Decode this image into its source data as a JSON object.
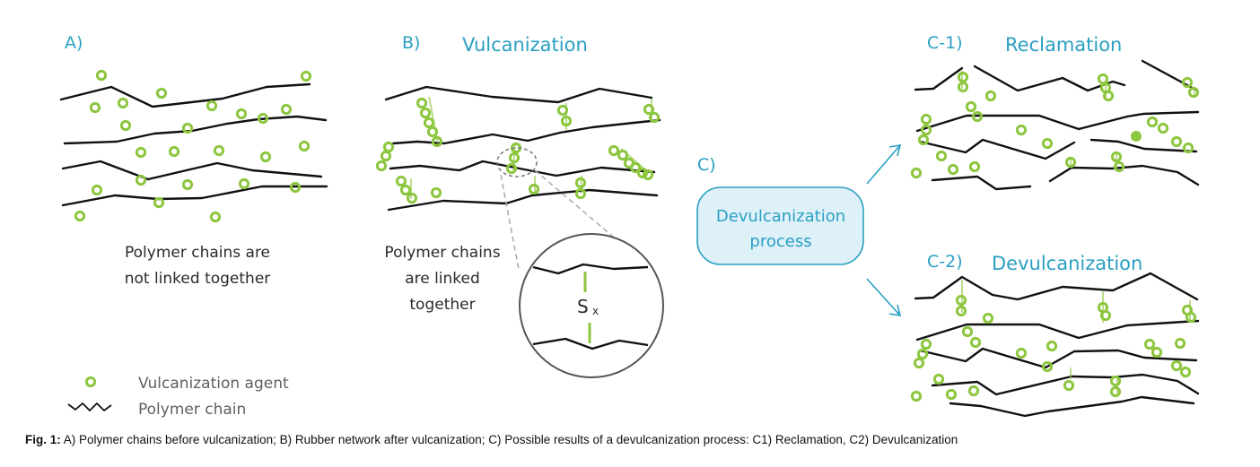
{
  "panels": {
    "a": {
      "letter": "A)",
      "desc_line1": "Polymer chains are",
      "desc_line2": "not linked together"
    },
    "b": {
      "letter": "B)",
      "title": "Vulcanization",
      "desc_line1": "Polymer chains",
      "desc_line2": "are linked",
      "desc_line3": "together",
      "crosslink_label": "S",
      "crosslink_subscript": "x"
    },
    "c": {
      "letter": "C)",
      "process_line1": "Devulcanization",
      "process_line2": "process"
    },
    "c1": {
      "letter": "C-1)",
      "title": "Reclamation"
    },
    "c2": {
      "letter": "C-2)",
      "title": "Devulcanization"
    }
  },
  "legend": {
    "agent_label": "Vulcanization agent",
    "chain_label": "Polymer chain"
  },
  "caption": {
    "prefix": "Fig. 1:",
    "text": "A) Polymer chains before vulcanization; B) Rubber network after vulcanization; C) Possible results of a devulcanization process: C1) Reclamation, C2) Devulcanization"
  },
  "colors": {
    "agent": "#8dc63f",
    "chain": "#111111",
    "accent": "#2a9fc2",
    "process_fill": "#dff1f8",
    "process_stroke": "#2a9fc2",
    "zoom_line": "#aaaaaa"
  }
}
